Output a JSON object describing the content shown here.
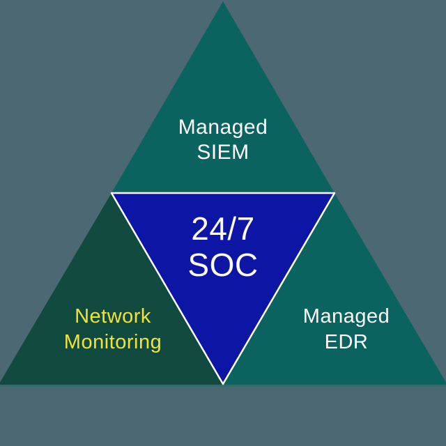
{
  "diagram": {
    "type": "pyramid-infographic",
    "sections": {
      "top": {
        "line1": "Managed",
        "line2": "SIEM"
      },
      "left": {
        "line1": "Network",
        "line2": "Monitoring"
      },
      "right": {
        "line1": "Managed",
        "line2": "EDR"
      },
      "center": {
        "line1": "24/7",
        "line2": "SOC"
      }
    },
    "colors": {
      "background": "#4c6872",
      "teal_section": "#0b6360",
      "dark_green_section": "#114a3e",
      "center_blue": "#0d16a4",
      "center_border": "#ffffff",
      "base_line": "#2d6c68",
      "text_white": "#ffffff",
      "text_yellow": "#f2e339"
    }
  }
}
